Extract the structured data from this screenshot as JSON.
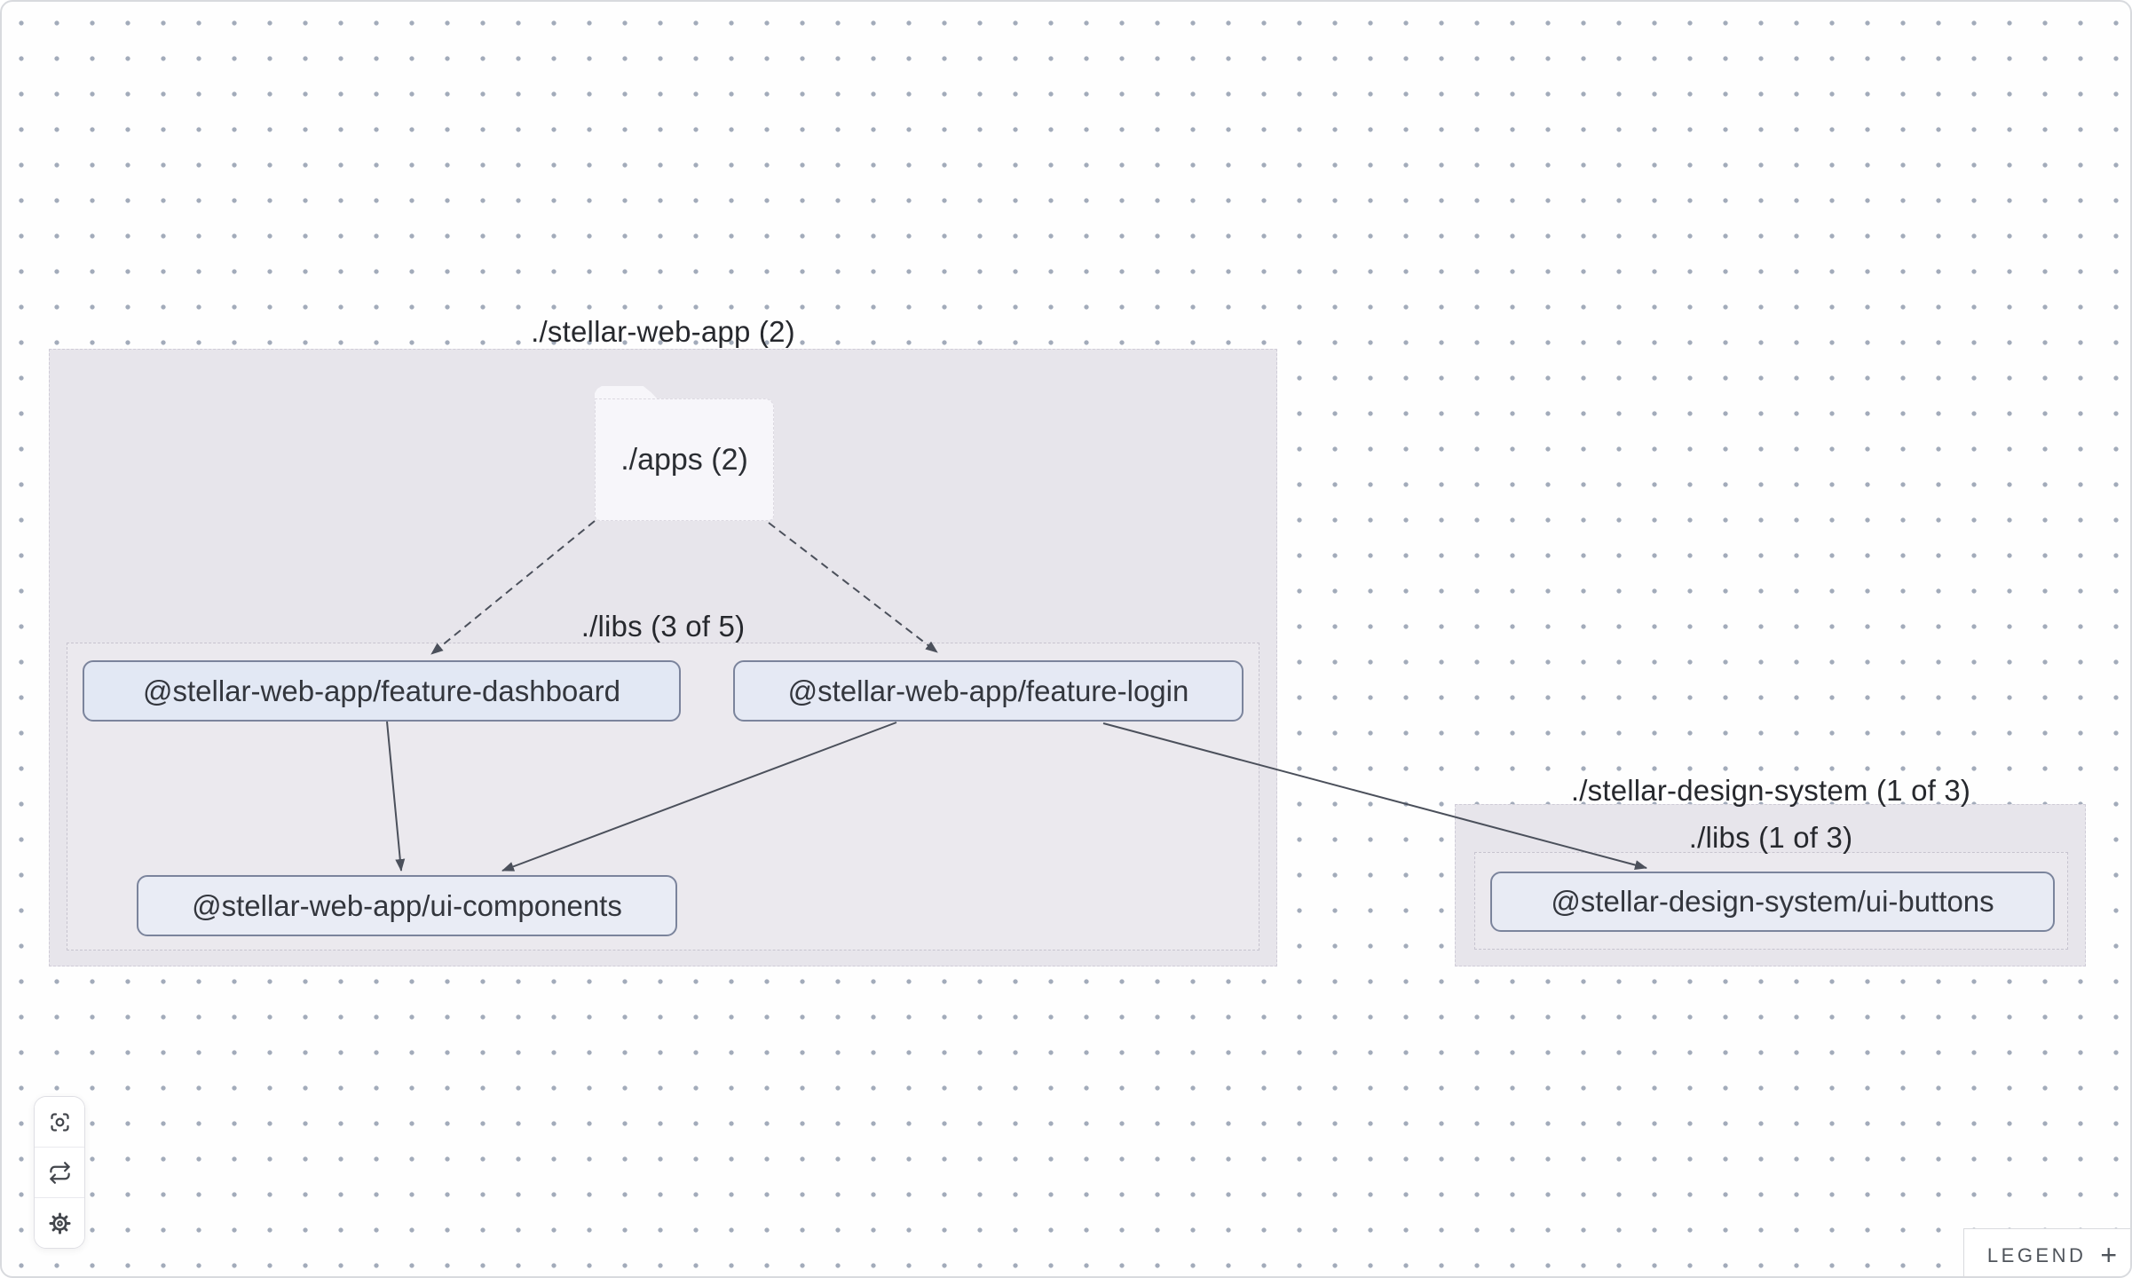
{
  "graph": {
    "groups": {
      "web_app": {
        "title": "./stellar-web-app (2)"
      },
      "web_app_libs": {
        "title": "./libs (3 of 5)"
      },
      "design_system": {
        "title": "./stellar-design-system (1 of 3)"
      },
      "design_system_libs": {
        "title": "./libs (1 of 3)"
      }
    },
    "folder": {
      "label": "./apps (2)"
    },
    "nodes": {
      "feature_dashboard": {
        "label": "@stellar-web-app/feature-dashboard"
      },
      "feature_login": {
        "label": "@stellar-web-app/feature-login"
      },
      "ui_components": {
        "label": "@stellar-web-app/ui-components"
      },
      "ui_buttons": {
        "label": "@stellar-design-system/ui-buttons"
      }
    },
    "edges": [
      {
        "from": "./apps",
        "to": "@stellar-web-app/feature-dashboard",
        "style": "dashed"
      },
      {
        "from": "./apps",
        "to": "@stellar-web-app/feature-login",
        "style": "dashed"
      },
      {
        "from": "@stellar-web-app/feature-dashboard",
        "to": "@stellar-web-app/ui-components",
        "style": "solid"
      },
      {
        "from": "@stellar-web-app/feature-login",
        "to": "@stellar-web-app/ui-components",
        "style": "solid"
      },
      {
        "from": "@stellar-web-app/feature-login",
        "to": "@stellar-design-system/ui-buttons",
        "style": "solid"
      }
    ]
  },
  "toolbar": {
    "buttons": [
      {
        "icon": "focus-icon"
      },
      {
        "icon": "refresh-icon"
      },
      {
        "icon": "settings-icon"
      }
    ]
  },
  "legend": {
    "label": "LEGEND",
    "toggle": "+"
  },
  "colors": {
    "group_fill": "#e7e5eb",
    "node_fill": "#e5e9f4",
    "node_border": "#7b849c",
    "edge": "#4b505b",
    "dot_grid": "#a2abba",
    "canvas_border": "#d8dade"
  }
}
